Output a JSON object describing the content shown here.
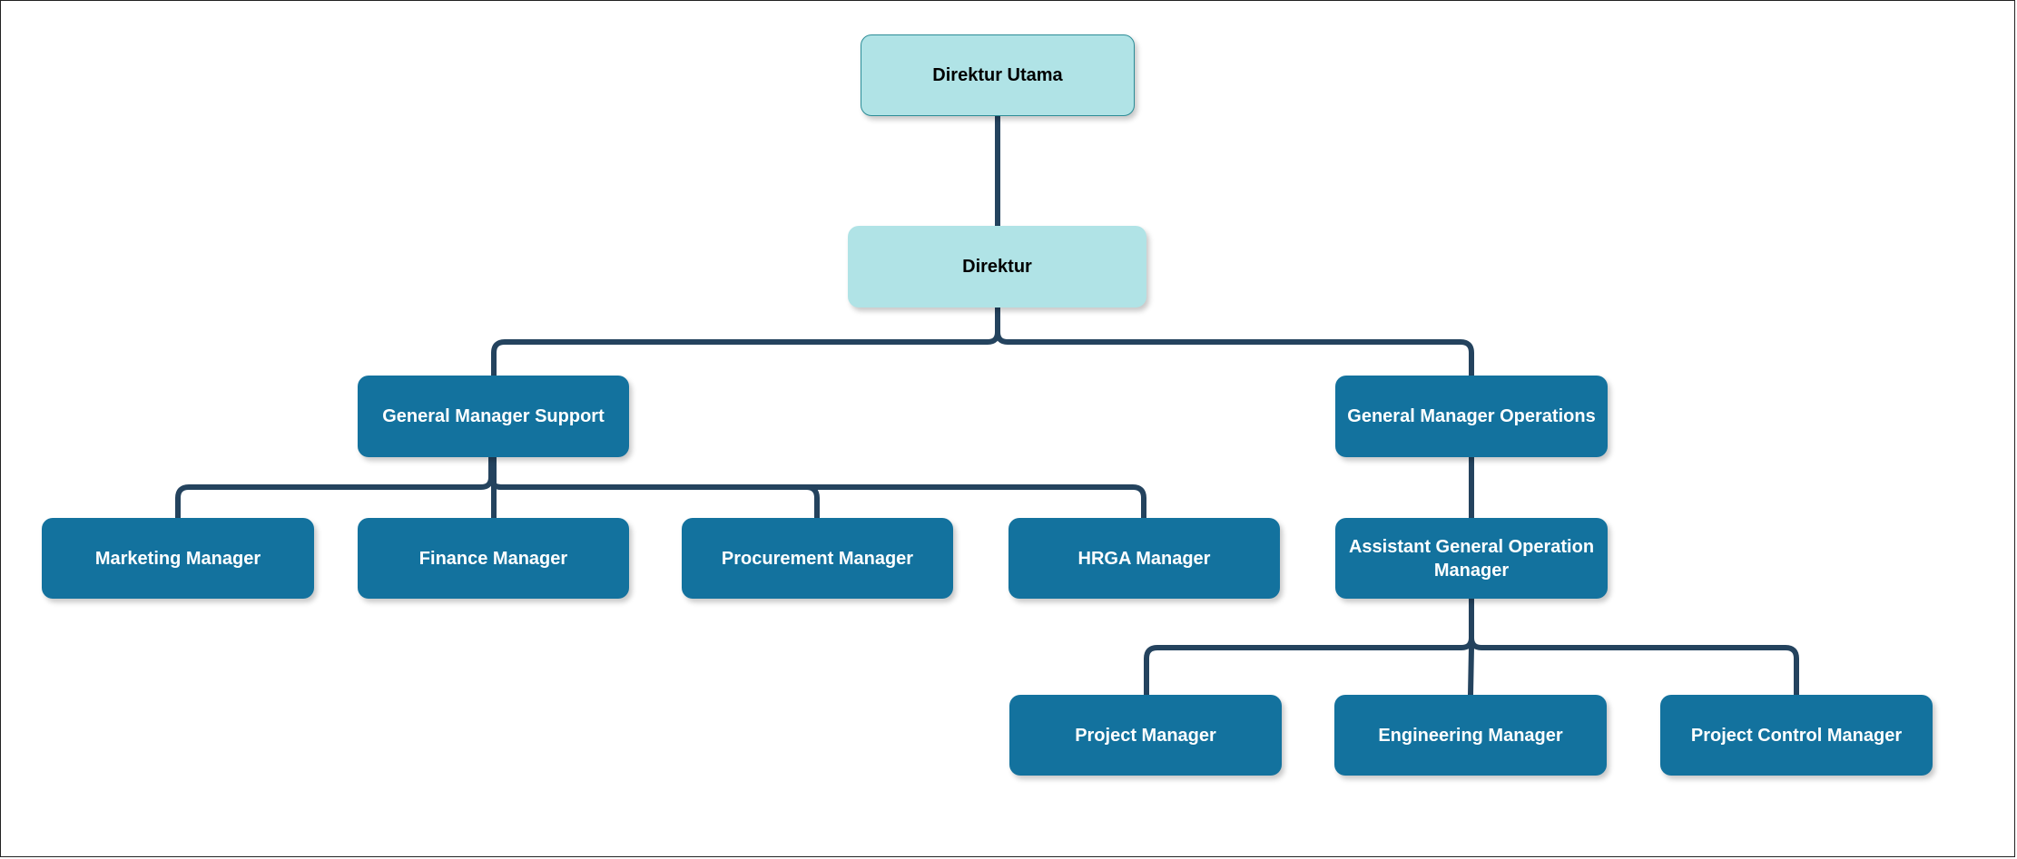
{
  "chart": {
    "title": "",
    "colors": {
      "top_fill": "#b0e3e6",
      "top_border": "#2b8c96",
      "node_fill": "#13729e",
      "connector": "#24435e"
    },
    "nodes": {
      "direktur_utama": "Direktur Utama",
      "direktur": "Direktur",
      "gm_support": "General Manager Support",
      "gm_operations": "General Manager Operations",
      "marketing": "Marketing Manager",
      "finance": "Finance Manager",
      "procurement": "Procurement Manager",
      "hrga": "HRGA Manager",
      "agom": "Assistant General Operation Manager",
      "project": "Project Manager",
      "engineering": "Engineering Manager",
      "project_control": "Project Control Manager"
    },
    "edges": [
      [
        "direktur_utama",
        "direktur"
      ],
      [
        "direktur",
        "gm_support"
      ],
      [
        "direktur",
        "gm_operations"
      ],
      [
        "gm_support",
        "marketing"
      ],
      [
        "gm_support",
        "finance"
      ],
      [
        "gm_support",
        "procurement"
      ],
      [
        "gm_support",
        "hrga"
      ],
      [
        "gm_operations",
        "agom"
      ],
      [
        "agom",
        "project"
      ],
      [
        "agom",
        "engineering"
      ],
      [
        "agom",
        "project_control"
      ]
    ]
  }
}
